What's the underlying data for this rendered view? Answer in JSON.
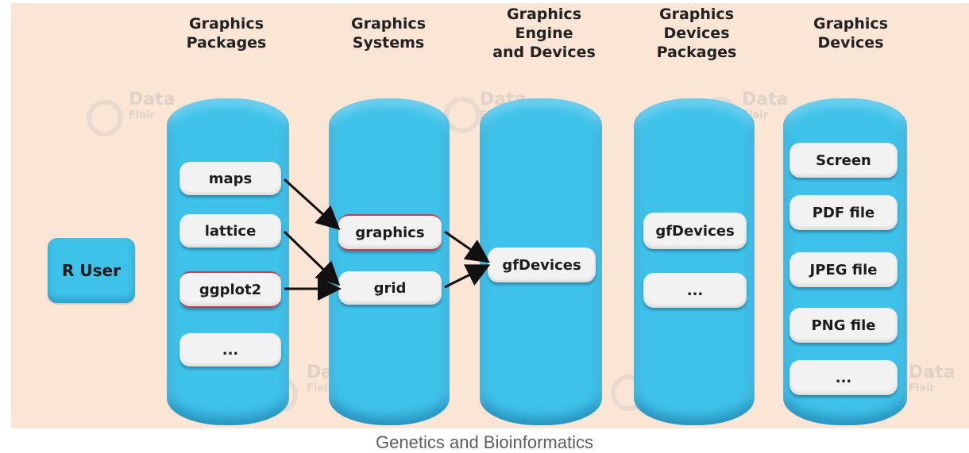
{
  "headers": {
    "packages": [
      "Graphics",
      "Packages"
    ],
    "systems": [
      "Graphics",
      "Systems"
    ],
    "engine": [
      "Graphics",
      "Engine",
      "and Devices"
    ],
    "device_packages": [
      "Graphics",
      "Devices",
      "Packages"
    ],
    "devices": [
      "Graphics",
      "Devices"
    ]
  },
  "r_user": "R User",
  "packages": [
    "maps",
    "lattice",
    "ggplot2",
    "..."
  ],
  "systems": [
    "graphics",
    "grid"
  ],
  "engine": "gfDevices",
  "device_packages": [
    "gfDevices",
    "..."
  ],
  "devices": [
    "Screen",
    "PDF file",
    "JPEG file",
    "PNG file",
    "..."
  ],
  "watermark": {
    "line1": "Data",
    "line2": "Flair"
  },
  "caption": "Genetics and Bioinformatics",
  "colors": {
    "pillar": "#3ec2ea",
    "background": "#fbe6d6",
    "box": "#f2f2f2",
    "highlight": "#d0394a"
  }
}
